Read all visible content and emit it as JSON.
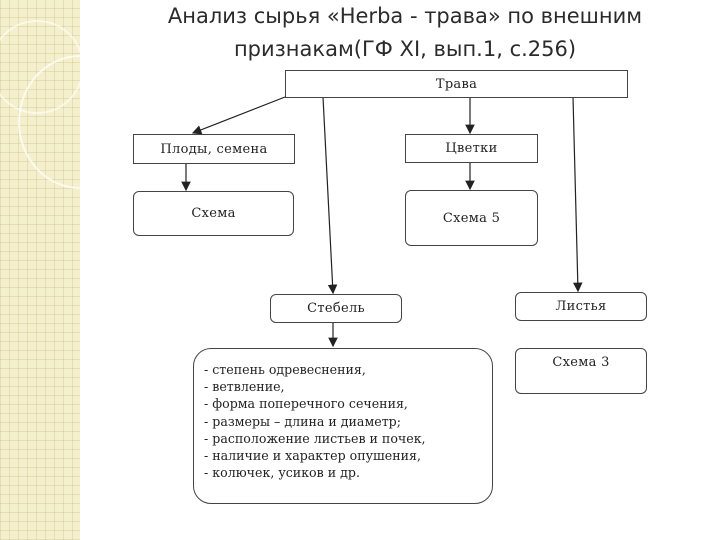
{
  "title": {
    "line1": "Анализ сырья «Herba - трава» по внешним",
    "line2": "признакам(ГФ XI, вып.1, с.256)"
  },
  "nodes": {
    "root": "Трава",
    "fruits": "Плоды, семена",
    "flowers": "Цветки",
    "scheme_fruits": "Схема",
    "scheme_flowers": "Схема 5",
    "stem": "Стебель",
    "leaves": "Листья",
    "scheme_leaves": "Схема 3"
  },
  "stem_features": [
    "- степень одревеснения,",
    "- ветвление,",
    "- форма поперечного сечения,",
    "- размеры – длина и диаметр;",
    "- расположение листьев и почек,",
    "- наличие и характер опушения,",
    "- колючек, усиков и др."
  ]
}
